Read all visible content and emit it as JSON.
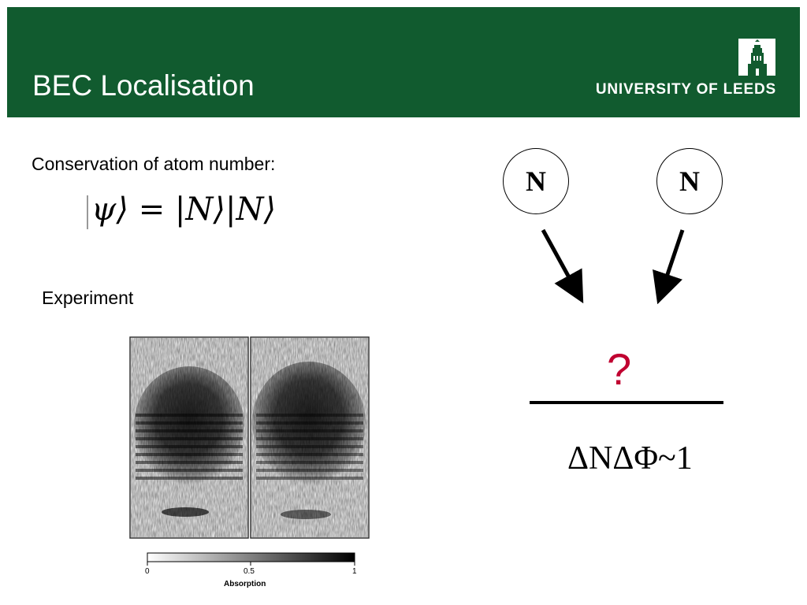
{
  "slide": {
    "title": "BEC Localisation",
    "logo": "UNIVERSITY OF LEEDS",
    "conservation_label": "Conservation of atom number:",
    "equation": "ψ⟩ = |N⟩|N⟩",
    "experiment_label": "Experiment",
    "circle_left": "N",
    "circle_right": "N",
    "question": "?",
    "uncertainty": "ΔNΔΦ~1"
  },
  "figure": {
    "colorbar": {
      "ticks": [
        "0",
        "0.5",
        "1"
      ],
      "label": "Absorption"
    }
  },
  "colors": {
    "header_green": "#115b2f",
    "question_red": "#c00030"
  }
}
